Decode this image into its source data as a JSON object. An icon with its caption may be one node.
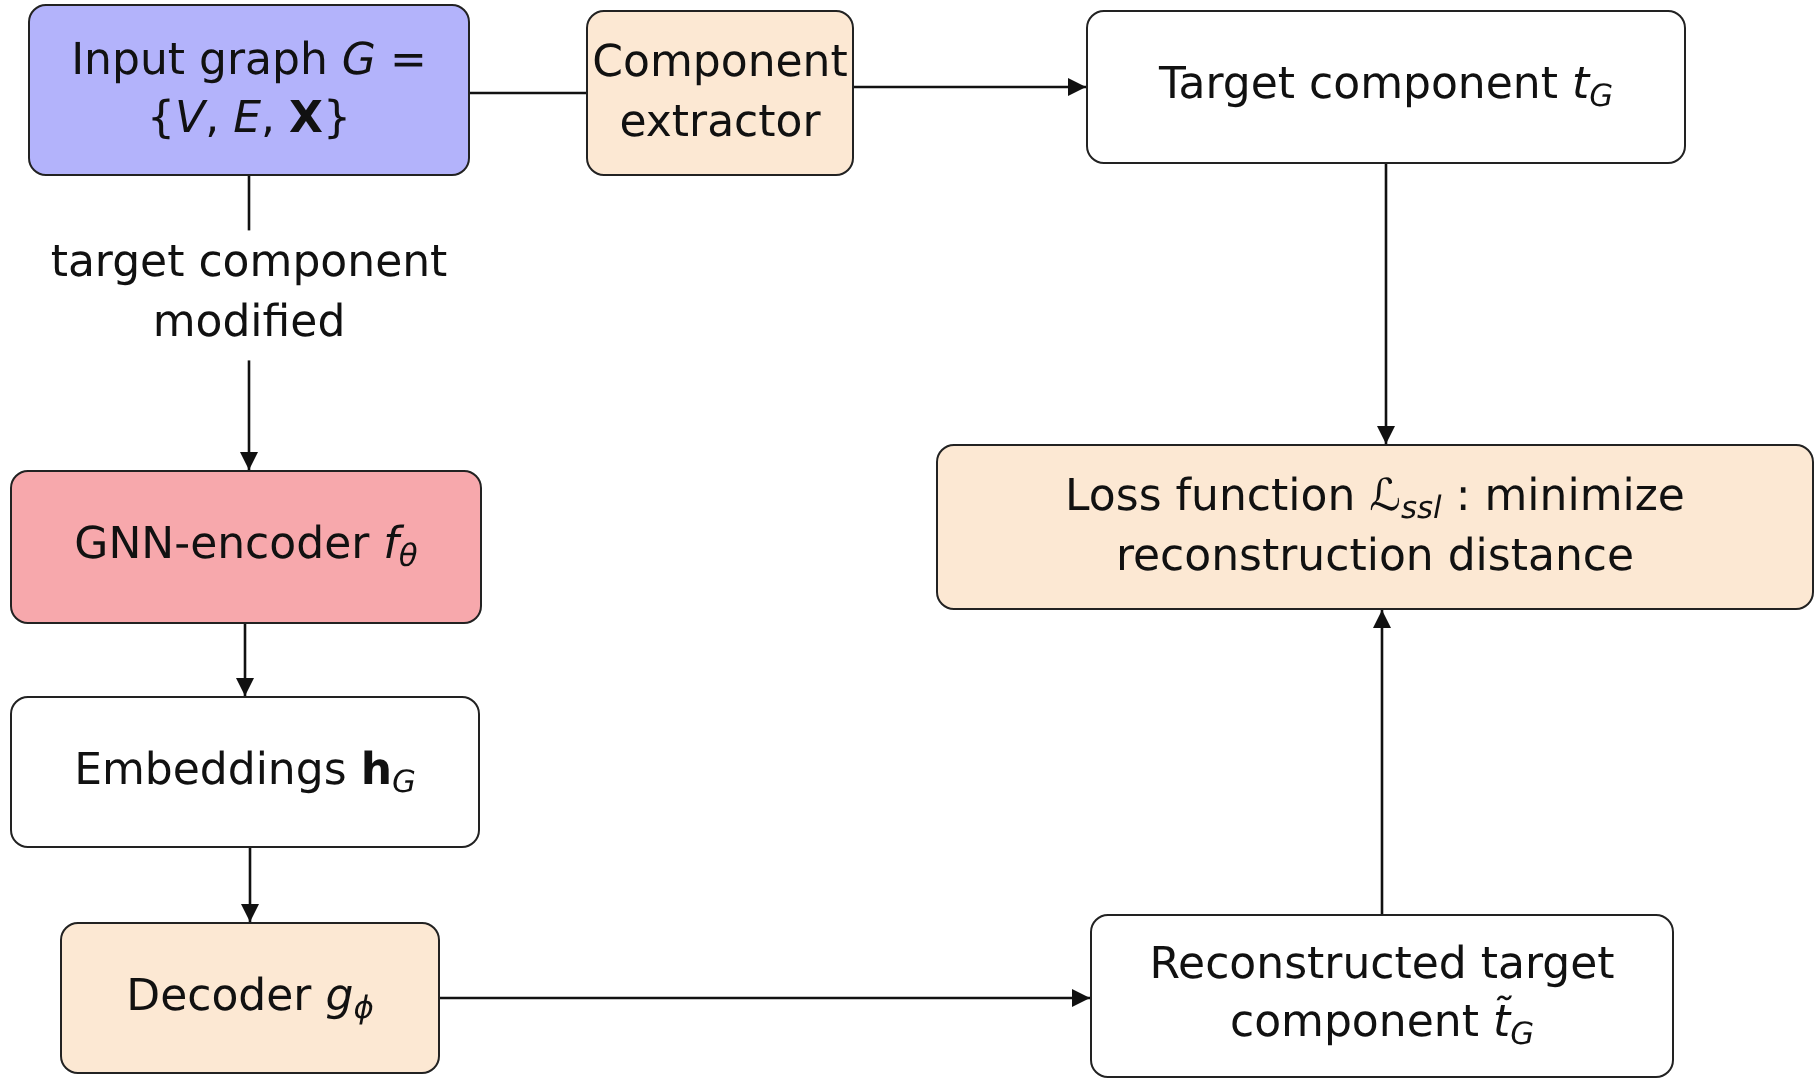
{
  "diagram": {
    "nodes": [
      {
        "text": [
          "Input graph *G* = {*V*, *E*, **X**}"
        ]
      },
      {
        "text": [
          "Component extractor"
        ]
      },
      {
        "text": [
          "Target component *t*$_{G}$"
        ]
      },
      {
        "text": [
          "GNN-encoder *f*$_{θ}$"
        ]
      },
      {
        "text": [
          "Embeddings **h**$_{G}$"
        ]
      },
      {
        "text": [
          "Decoder *g*$_{ϕ}$"
        ]
      },
      {
        "text": [
          "Reconstructed target component *t̃*$_{G}$"
        ]
      },
      {
        "text": [
          "Loss function ℒ$_{ssl}$ : minimize reconstruction distance"
        ]
      }
    ],
    "edges": [
      {
        "from": 0,
        "to": 1,
        "arrow": "none"
      },
      {
        "from": 1,
        "to": 2,
        "arrow": "to"
      },
      {
        "from": 0,
        "to": 3,
        "arrow": "to",
        "label": "target component modified"
      },
      {
        "from": 3,
        "to": 4,
        "arrow": "to"
      },
      {
        "from": 4,
        "to": 5,
        "arrow": "to"
      },
      {
        "from": 5,
        "to": 6,
        "arrow": "to"
      },
      {
        "from": 2,
        "to": 7,
        "arrow": "to"
      },
      {
        "from": 6,
        "to": 7,
        "arrow": "to"
      }
    ]
  }
}
